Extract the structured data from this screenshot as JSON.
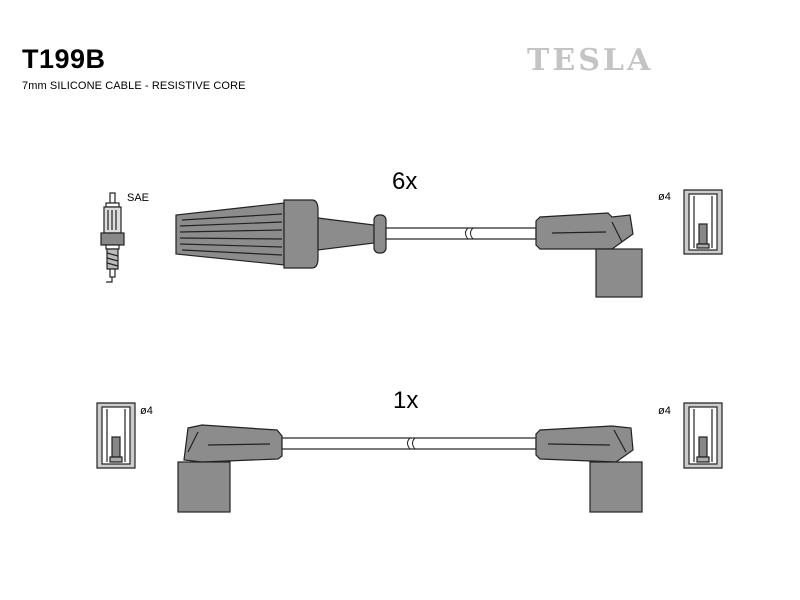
{
  "header": {
    "product_code": "T199B",
    "subtitle": "7mm SILICONE CABLE - RESISTIVE CORE",
    "brand": "TESLA"
  },
  "top_lead": {
    "quantity": "6x",
    "spark_plug_label": "SAE",
    "terminal_label": "ø4"
  },
  "bottom_lead": {
    "quantity": "1x",
    "left_terminal_label": "ø4",
    "right_terminal_label": "ø4"
  },
  "colors": {
    "part_fill": "#8c8c8c",
    "outline": "#222222",
    "brand_gray": "#c4c4c4"
  }
}
